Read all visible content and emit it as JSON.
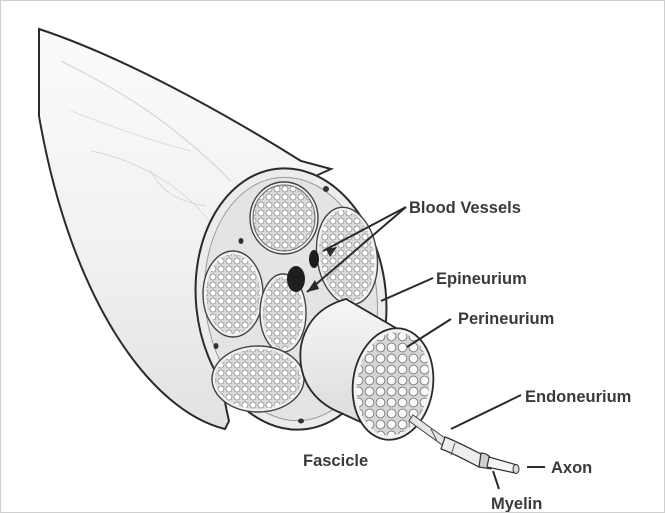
{
  "labels": {
    "blood_vessels": "Blood Vessels",
    "epineurium": "Epineurium",
    "perineurium": "Perineurium",
    "endoneurium": "Endoneurium",
    "fascicle": "Fascicle",
    "axon": "Axon",
    "myelin": "Myelin"
  },
  "colors": {
    "line": "#2a2a2a",
    "nerve_fill": "#f4f4f4",
    "cross_section": "#e9e9e9",
    "fascicle_fill": "#dedede",
    "vessel": "#1e1e1e",
    "label_text": "#3a3a3a"
  }
}
